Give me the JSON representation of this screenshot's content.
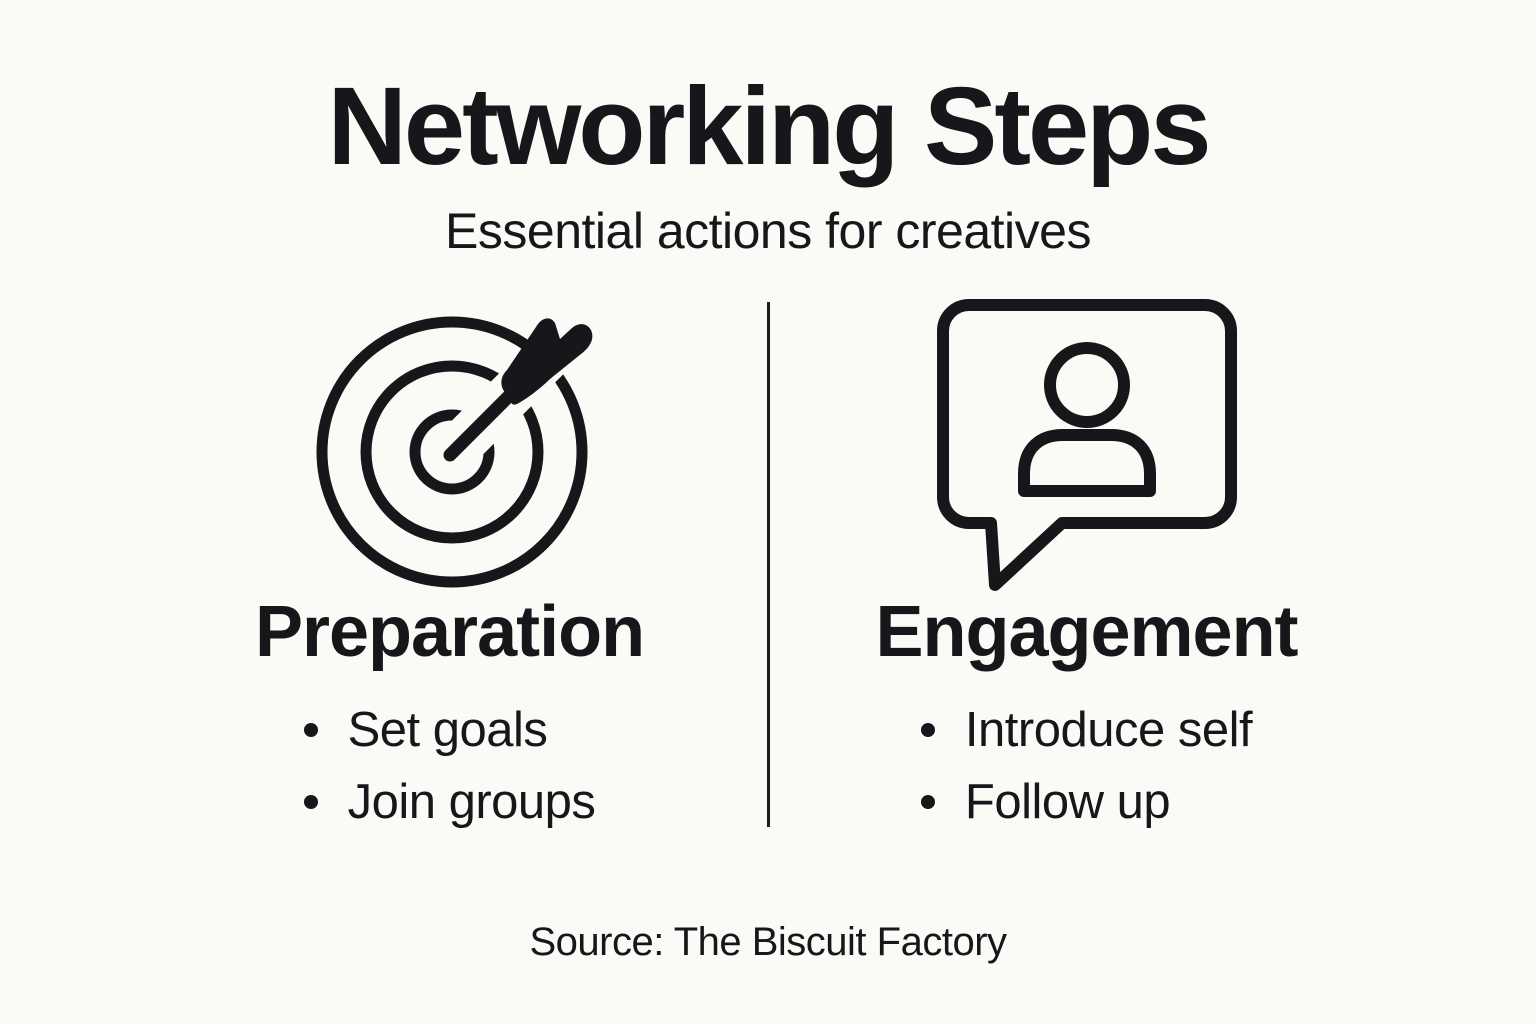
{
  "page": {
    "background_color": "#FBFAF6",
    "ink_color": "#16171A"
  },
  "header": {
    "title": "Networking Steps",
    "subtitle": "Essential actions for creatives"
  },
  "columns": [
    {
      "id": "preparation",
      "icon": "target-arrow-icon",
      "heading": "Preparation",
      "bullets": [
        "Set goals",
        "Join groups"
      ]
    },
    {
      "id": "engagement",
      "icon": "person-chat-bubble-icon",
      "heading": "Engagement",
      "bullets": [
        "Introduce self",
        "Follow up"
      ]
    }
  ],
  "footer": {
    "source": "Source: The Biscuit Factory"
  }
}
